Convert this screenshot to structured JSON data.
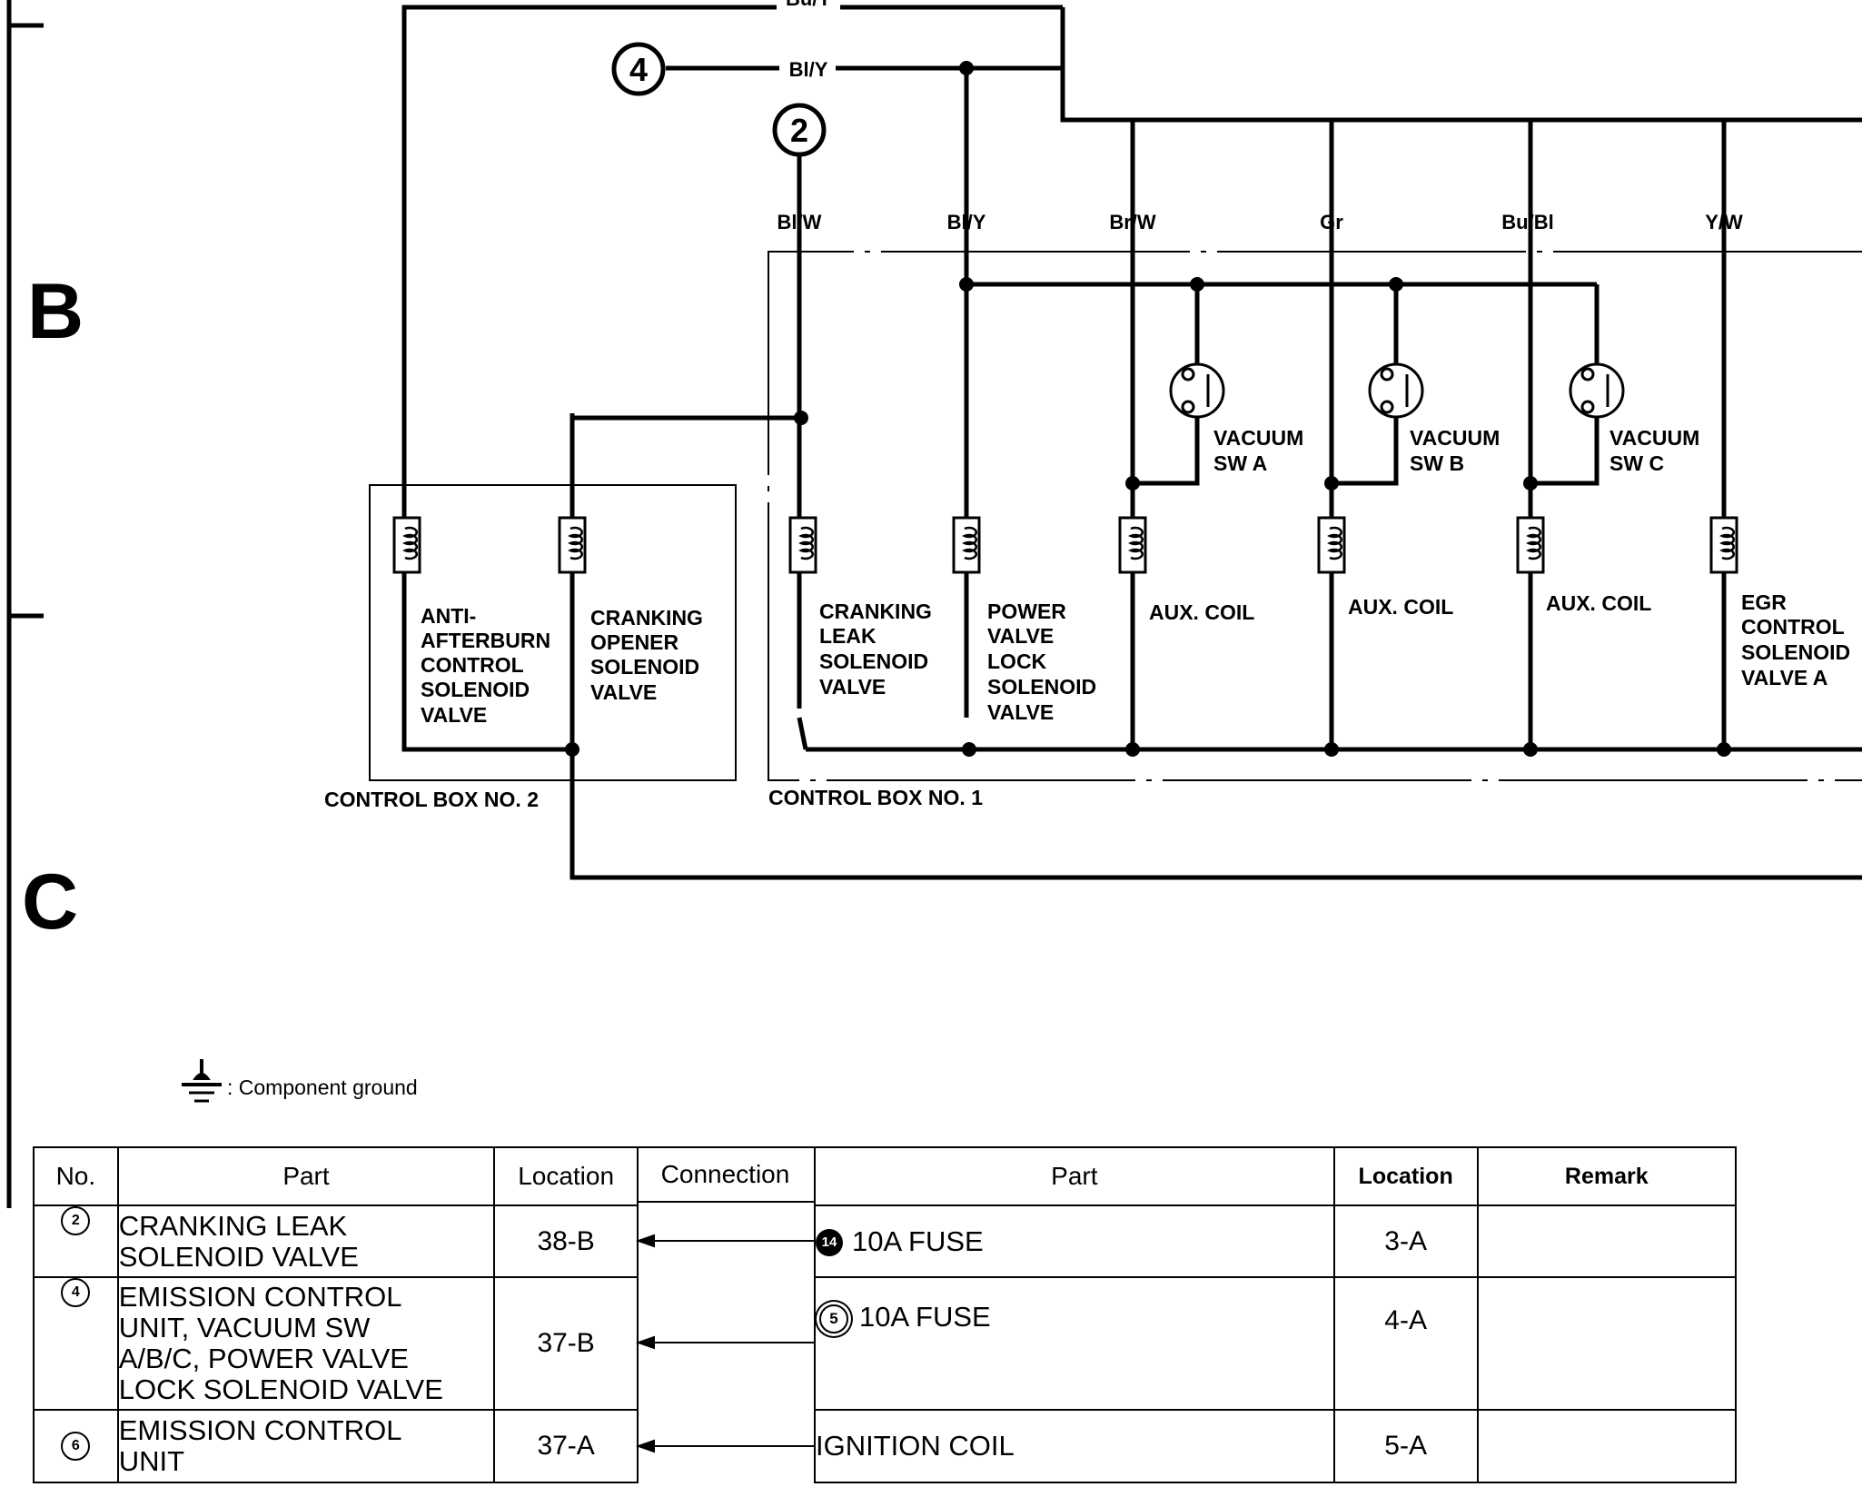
{
  "sections": [
    "B",
    "C"
  ],
  "wires": {
    "top_partial": "Bu/Y",
    "bl_y_top": "Bl/Y",
    "bl_w": "Bl/W",
    "bl_y": "Bl/Y",
    "br_w": "Br/W",
    "gr": "Gr",
    "bu_bl": "Bu/Bl",
    "y_w": "Y/W"
  },
  "connectors": {
    "c4": "4",
    "c2": "2"
  },
  "components": {
    "anti_afterburn": [
      "ANTI-",
      "AFTERBURN",
      "CONTROL",
      "SOLENOID",
      "VALVE"
    ],
    "cranking_opener": [
      "CRANKING",
      "OPENER",
      "SOLENOID",
      "VALVE"
    ],
    "cranking_leak": [
      "CRANKING",
      "LEAK",
      "SOLENOID",
      "VALVE"
    ],
    "power_valve": [
      "POWER",
      "VALVE",
      "LOCK",
      "SOLENOID",
      "VALVE"
    ],
    "aux_coil_a": "AUX. COIL",
    "aux_coil_b": "AUX. COIL",
    "aux_coil_c": "AUX. COIL",
    "egr": [
      "EGR",
      "CONTROL",
      "SOLENOID",
      "VALVE A"
    ],
    "vac_a": [
      "VACUUM",
      "SW A"
    ],
    "vac_b": [
      "VACUUM",
      "SW B"
    ],
    "vac_c": [
      "VACUUM",
      "SW C"
    ]
  },
  "boxes": {
    "box2": "CONTROL BOX NO. 2",
    "box1": "CONTROL BOX NO. 1"
  },
  "legend": {
    "text": ": Component ground"
  },
  "table_left": {
    "headers": {
      "no": "No.",
      "part": "Part",
      "location": "Location",
      "connection": "Connection"
    },
    "rows": [
      {
        "no": "2",
        "part": [
          "CRANKING LEAK",
          "SOLENOID VALVE"
        ],
        "location": "38-B"
      },
      {
        "no": "4",
        "part": [
          "EMISSION CONTROL",
          "UNIT, VACUUM SW",
          "A/B/C, POWER VALVE",
          "LOCK SOLENOID VALVE"
        ],
        "location": "37-B"
      },
      {
        "no": "6",
        "part": [
          "EMISSION CONTROL",
          "UNIT"
        ],
        "location": "37-A"
      }
    ]
  },
  "table_right": {
    "headers": {
      "part": "Part",
      "location": "Location",
      "remark": "Remark"
    },
    "rows": [
      {
        "badge": "14",
        "part": "10A FUSE",
        "location": "3-A",
        "remark": ""
      },
      {
        "badge": "5",
        "part": "10A FUSE",
        "location": "4-A",
        "remark": ""
      },
      {
        "badge": "",
        "part": "IGNITION COIL",
        "location": "5-A",
        "remark": ""
      }
    ]
  }
}
